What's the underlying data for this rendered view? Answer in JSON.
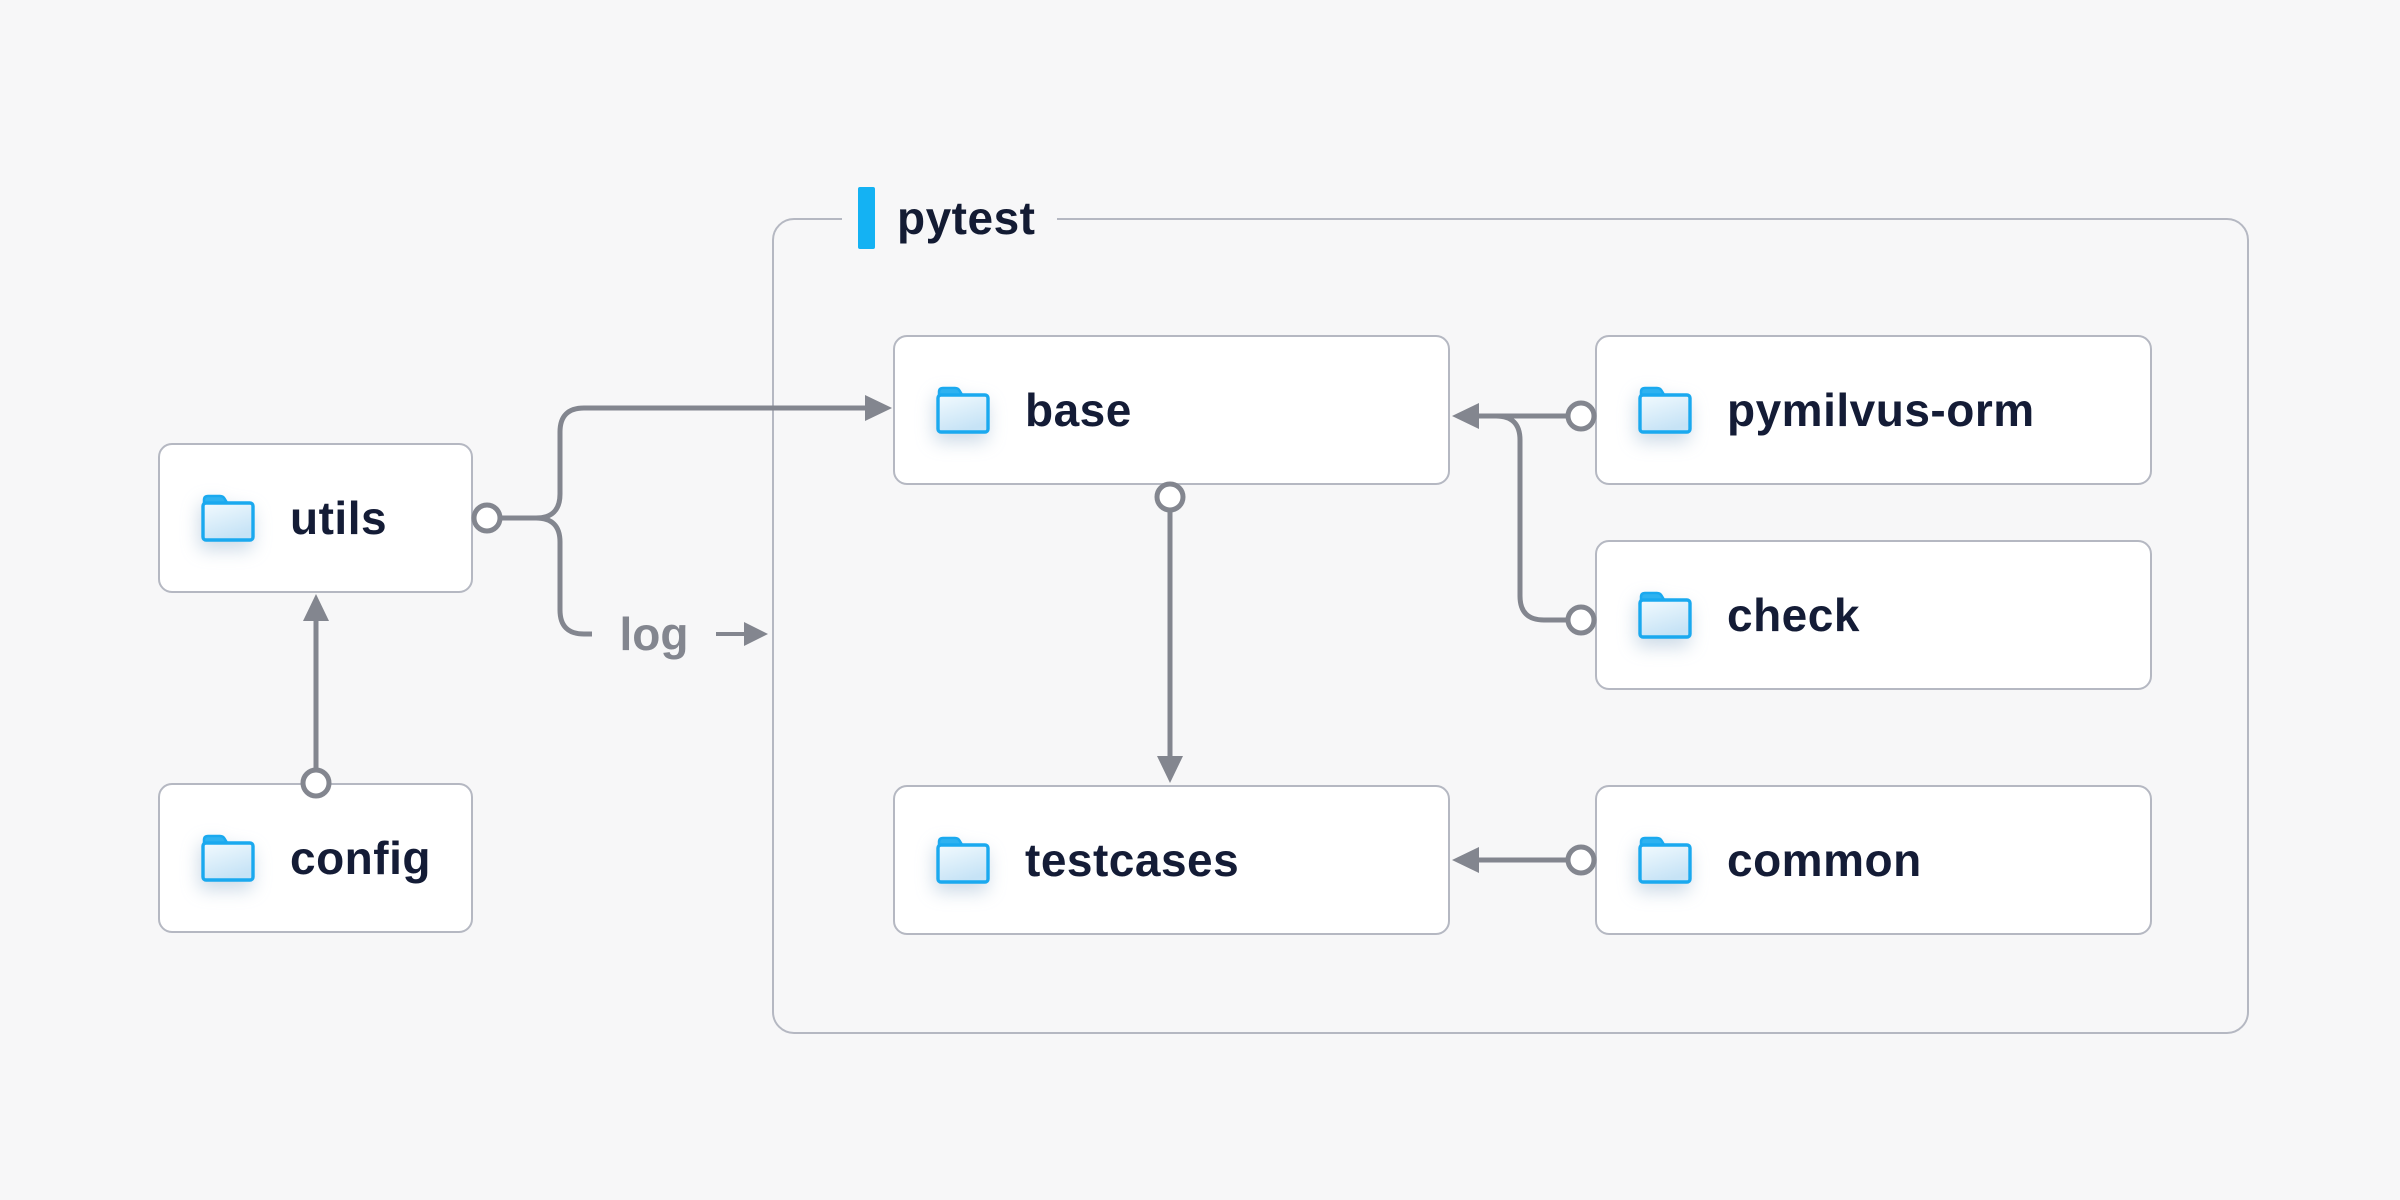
{
  "page": {
    "background_color": "#f7f7f8",
    "type": "folder-dependency-diagram"
  },
  "diagram": {
    "container": {
      "label": "pytest",
      "accent_color": "#14b2f3",
      "border_color": "#b5b8c2"
    },
    "colors": {
      "node_background": "#ffffff",
      "node_border": "#b5b8c2",
      "node_text": "#141c36",
      "edge_line": "#83868f",
      "folder_blue": "#1aa9ef",
      "folder_fill_light": "#eef7fd",
      "folder_fill_dark": "#c6e3f6",
      "log_label_color": "#83868f"
    },
    "nodes": {
      "utils": {
        "label": "utils",
        "icon": "folder-icon",
        "inside_pytest": false
      },
      "config": {
        "label": "config",
        "icon": "folder-icon",
        "inside_pytest": false
      },
      "base": {
        "label": "base",
        "icon": "folder-icon",
        "inside_pytest": true
      },
      "pymilvus": {
        "label": "pymilvus-orm",
        "icon": "folder-icon",
        "inside_pytest": true
      },
      "check": {
        "label": "check",
        "icon": "folder-icon",
        "inside_pytest": true
      },
      "testcases": {
        "label": "testcases",
        "icon": "folder-icon",
        "inside_pytest": true
      },
      "common": {
        "label": "common",
        "icon": "folder-icon",
        "inside_pytest": true
      }
    },
    "edges": [
      {
        "from": "config",
        "to": "utils",
        "label": ""
      },
      {
        "from": "utils",
        "to": "base",
        "label": ""
      },
      {
        "from": "utils",
        "to": "pytest-container",
        "label": "log"
      },
      {
        "from": "pymilvus-orm",
        "to": "base",
        "label": ""
      },
      {
        "from": "check",
        "to": "base",
        "label": ""
      },
      {
        "from": "base",
        "to": "testcases",
        "label": ""
      },
      {
        "from": "common",
        "to": "testcases",
        "label": ""
      }
    ],
    "log_edge_label": "log"
  }
}
